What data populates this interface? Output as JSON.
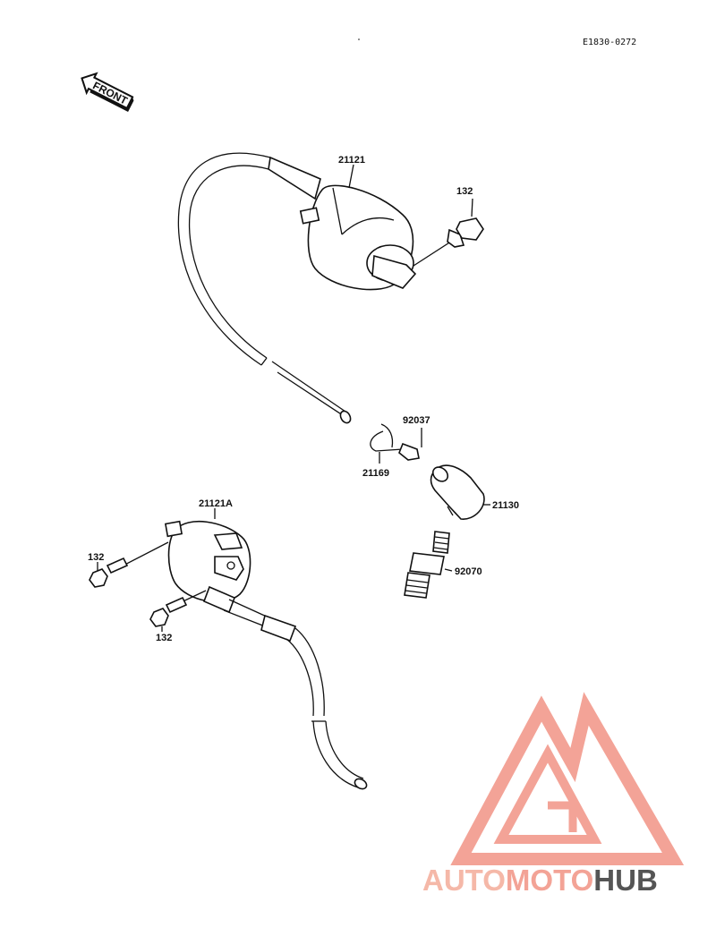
{
  "diagram_code": "E1830-0272",
  "front_label": "FRONT",
  "watermark": {
    "part1": "AUTO",
    "part2": "MOTO",
    "part3": "HUB",
    "color1": "#f5b8a8",
    "color2": "#f3a396",
    "color3": "#555555",
    "logo_color": "#f29a8c"
  },
  "parts": {
    "coil_upper": "21121",
    "bolt_upper": "132",
    "clip": "92037",
    "washer": "21169",
    "cap": "21130",
    "coil_lower": "21121A",
    "bolt_lower_1": "132",
    "bolt_lower_2": "132",
    "plug": "92070"
  }
}
